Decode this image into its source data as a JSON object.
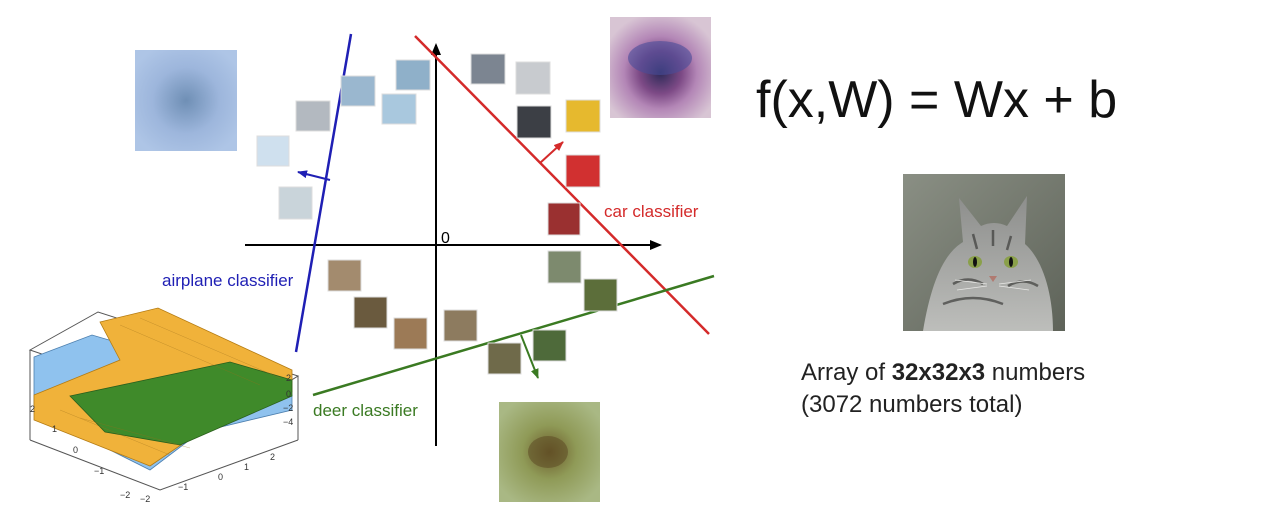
{
  "formula": "f(x,W) = Wx + b",
  "caption": {
    "line1_prefix": "Array of ",
    "line1_bold": "32x32x3",
    "line1_suffix": " numbers",
    "line2": "(3072 numbers total)"
  },
  "plot": {
    "origin_label": "0",
    "classifiers": [
      {
        "label": "airplane classifier",
        "color": "#1f1fb4"
      },
      {
        "label": "car classifier",
        "color": "#d42a2a"
      },
      {
        "label": "deer classifier",
        "color": "#3a7a22"
      }
    ]
  },
  "surface_plot": {
    "z_ticks": [
      "2",
      "0",
      "−2",
      "−4"
    ],
    "left_ticks": [
      "2",
      "1",
      "0",
      "−1",
      "−2"
    ],
    "bottom_ticks": [
      "2",
      "1",
      "0",
      "−1",
      "−2"
    ],
    "colors": {
      "orange": "#f0b23a",
      "blue": "#8fc2ee",
      "green": "#3f8a2a"
    }
  },
  "colors": {
    "axis": "#000000",
    "background": "#ffffff"
  }
}
